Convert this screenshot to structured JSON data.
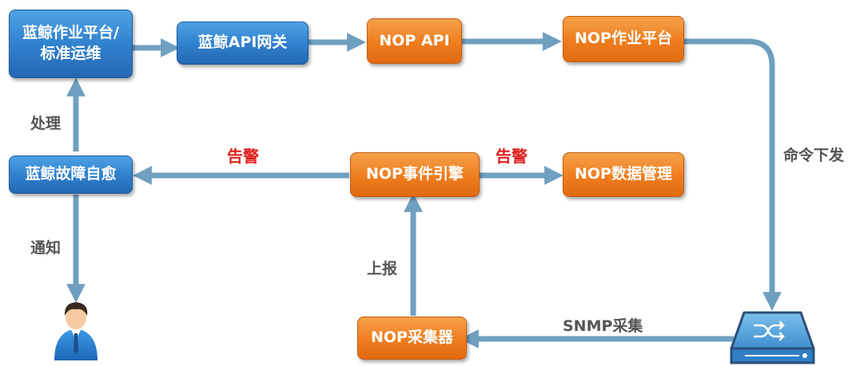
{
  "nodes": {
    "lanjing_ops": "蓝鲸作业平台/\n标准运维",
    "lanjing_api": "蓝鲸API网关",
    "nop_api": "NOP API",
    "nop_job": "NOP作业平台",
    "lanjing_selfheal": "蓝鲸故障自愈",
    "nop_event": "NOP事件引擎",
    "nop_data": "NOP数据管理",
    "nop_collector": "NOP采集器"
  },
  "edge_labels": {
    "process": "处理",
    "notify": "通知",
    "alert_left": "告警",
    "alert_right": "告警",
    "command": "命令下发",
    "report": "上报",
    "snmp": "SNMP采集"
  },
  "colors": {
    "blue": "#2f7fcc",
    "orange": "#ee7d1e",
    "arrow": "#6fa0c0",
    "alert": "#e0201d",
    "label": "#555555"
  },
  "icons": {
    "user": "user-avatar-icon",
    "switch": "network-switch-icon"
  }
}
